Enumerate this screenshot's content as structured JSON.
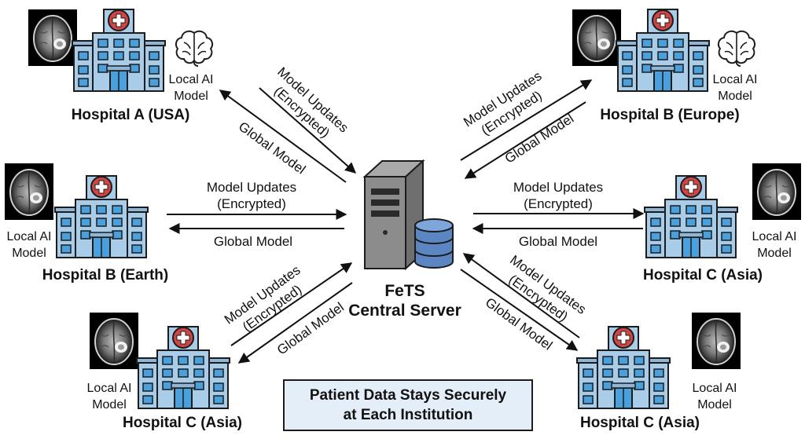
{
  "server": {
    "line1": "FeTS",
    "line2": "Central Server"
  },
  "local_model_line1": "Local AI",
  "local_model_line2": "Model",
  "edge_labels": {
    "updates_line1": "Model Updates",
    "updates_line2": "(Encrypted)",
    "global": "Global Model"
  },
  "hospitals": [
    {
      "name": "Hospital A (USA)"
    },
    {
      "name": "Hospital B (Europe)"
    },
    {
      "name": "Hospital B (Earth)"
    },
    {
      "name": "Hospital C (Asia)"
    },
    {
      "name": "Hospital C (Asia)"
    },
    {
      "name": "Hospital C (Asia)"
    }
  ],
  "footer_note": {
    "line1": "Patient Data Stays Securely",
    "line2": "at Each Institution"
  },
  "colors": {
    "building": "#a9cde8",
    "window": "#4aa0dc",
    "cross": "#d24545",
    "server_body": "#8c8c8c",
    "database": "#5b86c2",
    "note_bg": "#e4eef8",
    "outline": "#1c1c1c"
  }
}
